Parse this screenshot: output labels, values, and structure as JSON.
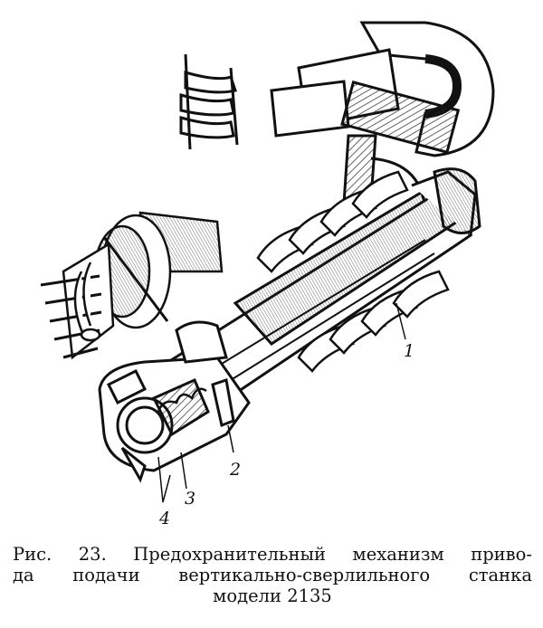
{
  "figure": {
    "callouts": [
      "1",
      "2",
      "3",
      "4"
    ]
  },
  "caption": {
    "line1": "Рис. 23. Предохранительный механизм приво-",
    "line2": "да подачи вертикально-сверлильного станка",
    "line3": "модели 2135"
  }
}
